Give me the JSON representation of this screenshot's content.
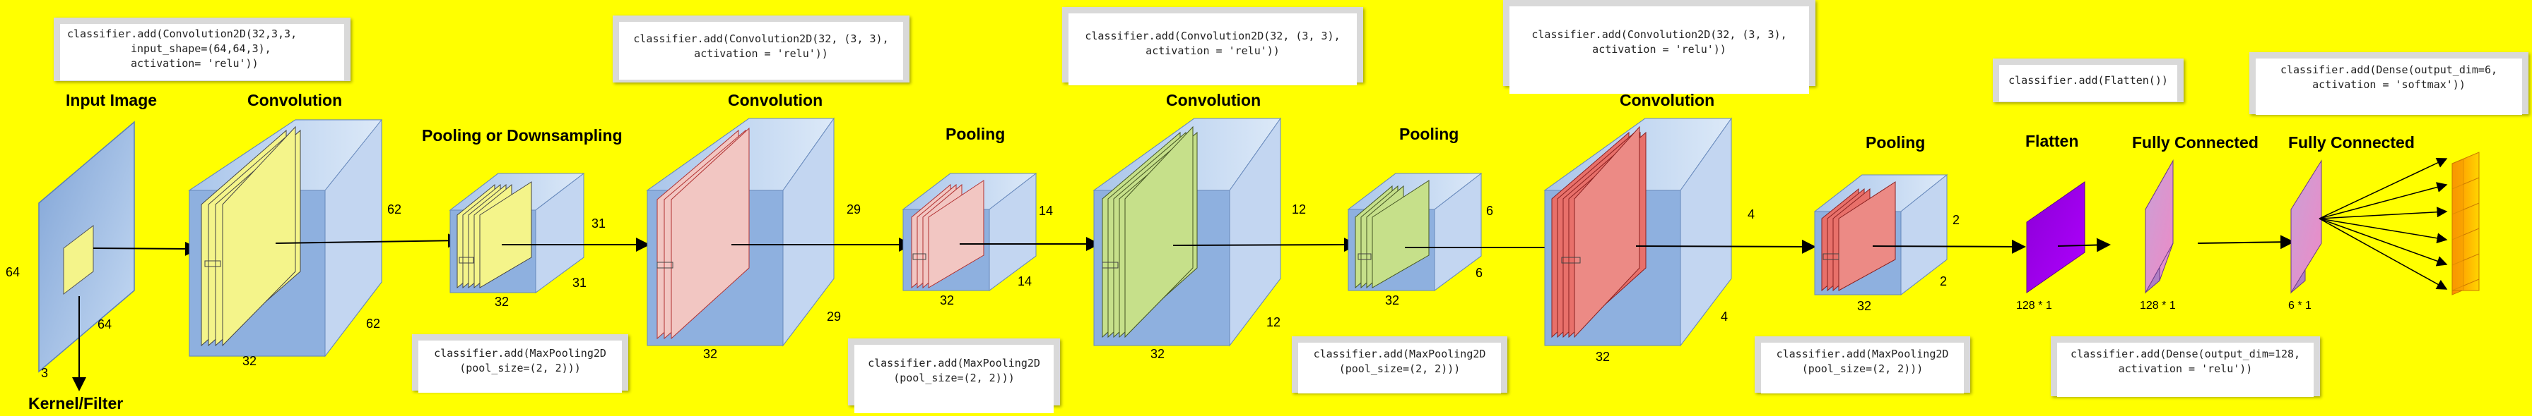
{
  "titles": {
    "input": "Input Image",
    "conv1": "Convolution",
    "pool1": "Pooling or Downsampling",
    "conv2": "Convolution",
    "pool2": "Pooling",
    "conv3": "Convolution",
    "pool3": "Pooling",
    "conv4": "Convolution",
    "pool4": "Pooling",
    "flatten": "Flatten",
    "fc1": "Fully Connected",
    "fc2": "Fully Connected",
    "kernel": "Kernel/Filter"
  },
  "dims": {
    "input_h": "64",
    "input_w": "64",
    "input_d": "3",
    "conv1_h": "62",
    "conv1_w": "62",
    "conv1_d": "32",
    "pool1_h": "31",
    "pool1_w": "31",
    "pool1_d": "32",
    "conv2_h": "29",
    "conv2_w": "29",
    "conv2_d": "32",
    "pool2_h": "14",
    "pool2_w": "14",
    "pool2_d": "32",
    "conv3_h": "12",
    "conv3_w": "12",
    "conv3_d": "32",
    "pool3_h": "6",
    "pool3_w": "6",
    "pool3_d": "32",
    "conv4_h": "4",
    "conv4_w": "4",
    "conv4_d": "32",
    "pool4_h": "2",
    "pool4_w": "2",
    "pool4_d": "32",
    "flatten": "128 * 1",
    "fc1": "128 * 1",
    "fc2": "6 * 1"
  },
  "code": {
    "conv1": [
      "classifier.add(Convolution2D(32,3,3,",
      "input_shape=(64,64,3),",
      "activation= 'relu'))"
    ],
    "conv2": [
      "classifier.add(Convolution2D(32, (3, 3),",
      "activation = 'relu'))"
    ],
    "conv3": [
      "classifier.add(Convolution2D(32, (3, 3),",
      "activation = 'relu'))"
    ],
    "conv4": [
      "classifier.add(Convolution2D(32, (3, 3),",
      "activation = 'relu'))"
    ],
    "pool1": [
      "classifier.add(MaxPooling2D",
      "(pool_size=(2, 2)))"
    ],
    "pool2": [
      "classifier.add(MaxPooling2D",
      "(pool_size=(2, 2)))"
    ],
    "pool3": [
      "classifier.add(MaxPooling2D",
      "(pool_size=(2, 2)))"
    ],
    "pool4": [
      "classifier.add(MaxPooling2D",
      "(pool_size=(2, 2)))"
    ],
    "flatten": [
      "classifier.add(Flatten())"
    ],
    "dense1": [
      "classifier.add(Dense(output_dim=128,",
      "activation = 'relu'))"
    ],
    "dense2": [
      "classifier.add(Dense(output_dim=6,",
      "activation = 'softmax'))"
    ]
  },
  "colors": {
    "background": "#ffff00",
    "blue_front": "#8fb4e3",
    "yellow_map": "#f4f48a",
    "pink_map": "#f2c6c2",
    "green_map": "#c6e08a",
    "red_map": "#e8706a",
    "flatten": "#a000e8",
    "fc": "#e59acb"
  }
}
